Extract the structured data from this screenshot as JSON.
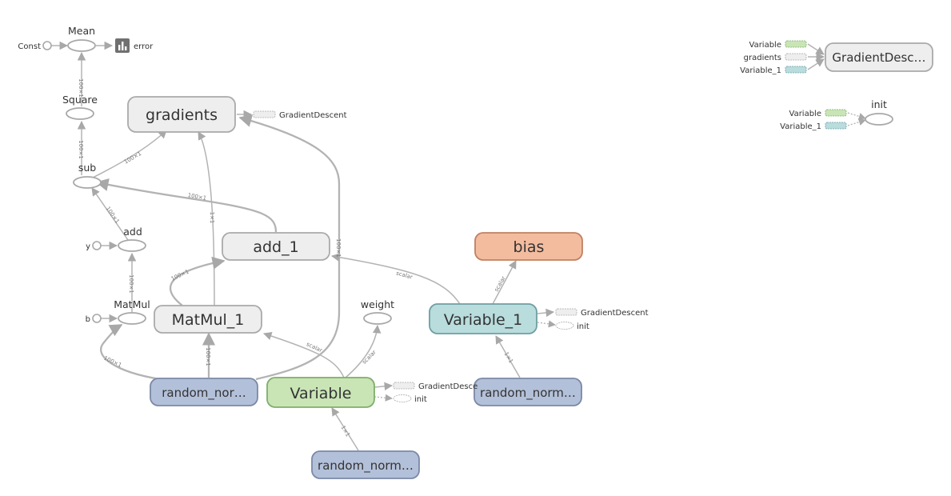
{
  "colors": {
    "group_gray": "#eeeeee",
    "group_gray_stroke": "#aaaaaa",
    "random_fill": "#b3c0d9",
    "random_stroke": "#7b89a6",
    "variable_fill": "#c9e5b6",
    "variable_stroke": "#7fae6b",
    "variable1_fill": "#b9dcdd",
    "variable1_stroke": "#6f9fa2",
    "bias_fill": "#f4bc9f",
    "bias_stroke": "#c08060",
    "edge": "#b3b3b3"
  },
  "nodes": {
    "mean": "Mean",
    "const": "Const",
    "error": "error",
    "square": "Square",
    "sub": "sub",
    "add": "add",
    "y": "y",
    "matmul": "MatMul",
    "b": "b",
    "gradients": "gradients",
    "add_1": "add_1",
    "matmul_1": "MatMul_1",
    "weight": "weight",
    "bias": "bias",
    "variable_1": "Variable_1",
    "variable": "Variable",
    "random_nor": "random_nor…",
    "random_norm_right": "random_norm…",
    "random_norm_bottom": "random_norm…",
    "gradient_descent_main": "GradientDesc…",
    "init_main": "init"
  },
  "aux": {
    "gradients_gd": "GradientDescent",
    "variable1_gd": "GradientDescent",
    "variable1_init": "init",
    "variable_gd": "GradientDesce",
    "variable_init": "init",
    "gd_in_variable": "Variable",
    "gd_in_gradients": "gradients",
    "gd_in_variable_1": "Variable_1",
    "init_in_variable": "Variable",
    "init_in_variable_1": "Variable_1"
  },
  "edge_labels": {
    "square_mean": "100×1",
    "sub_square": "100×1",
    "sub_gradients": "100×1",
    "add1_sub": "100×1",
    "add_sub": "100×1",
    "matmul_add": "100×1",
    "matmul1_gradients": "1×1",
    "random_gradients": "100×1",
    "matmul1_add1": "100×1",
    "variable1_add1": "scalar",
    "random_matmul": "100×1",
    "random_matmul1": "100×1",
    "variable_matmul1": "scalar",
    "variable_weight": "scalar",
    "variable1_bias": "scalar",
    "random_variable1": "1×1",
    "random_variable": "1×1"
  }
}
